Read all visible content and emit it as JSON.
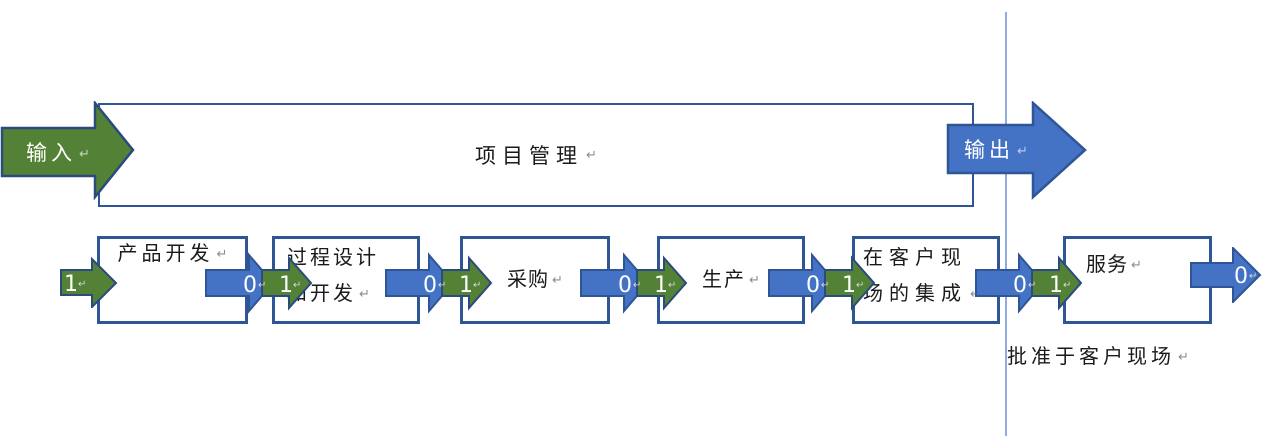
{
  "colors": {
    "arrow_green": "#538135",
    "arrow_blue": "#4472C4",
    "shape_border_blue": "#2F5597",
    "shape_border_dark": "#2B4A7D",
    "divider_line": "#8FAADC",
    "formatting_mark": "#8C8C8C"
  },
  "return_mark": "↵",
  "top_row": {
    "input_label": "输入",
    "project_label": "项目管理",
    "output_label": "输出"
  },
  "flow": {
    "one_label": "1",
    "zero_label": "0",
    "boxes": [
      {
        "line1": "产品开发"
      },
      {
        "line1": "过程设计",
        "line2": "和开发"
      },
      {
        "line1": "采购"
      },
      {
        "line1": "生产"
      },
      {
        "line1": "在客户现",
        "line2": "场的集成"
      },
      {
        "line1": "服务"
      }
    ]
  },
  "footnote": "批准于客户现场"
}
